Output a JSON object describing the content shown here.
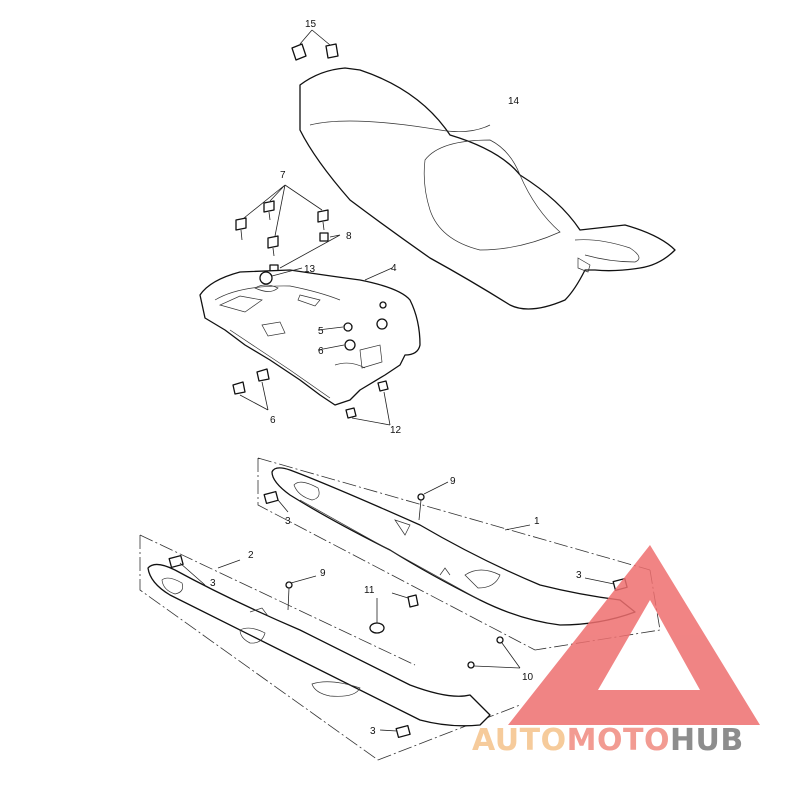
{
  "callouts": {
    "c1": "1",
    "c2": "2",
    "c3a": "3",
    "c3b": "3",
    "c3c": "3",
    "c3d": "3",
    "c4": "4",
    "c5": "5",
    "c6a": "6",
    "c6b": "6",
    "c7": "7",
    "c8": "8",
    "c9a": "9",
    "c9b": "9",
    "c10": "10",
    "c11": "11",
    "c12": "12",
    "c13": "13",
    "c14": "14",
    "c15": "15"
  },
  "watermark": {
    "part1": "AUTO",
    "part2": "MOTO",
    "part3": "HUB",
    "colors": {
      "auto": "#f5c38a",
      "moto": "#f08a80",
      "hub": "#7a7a7a",
      "triangle": "#ee6f6f"
    }
  }
}
